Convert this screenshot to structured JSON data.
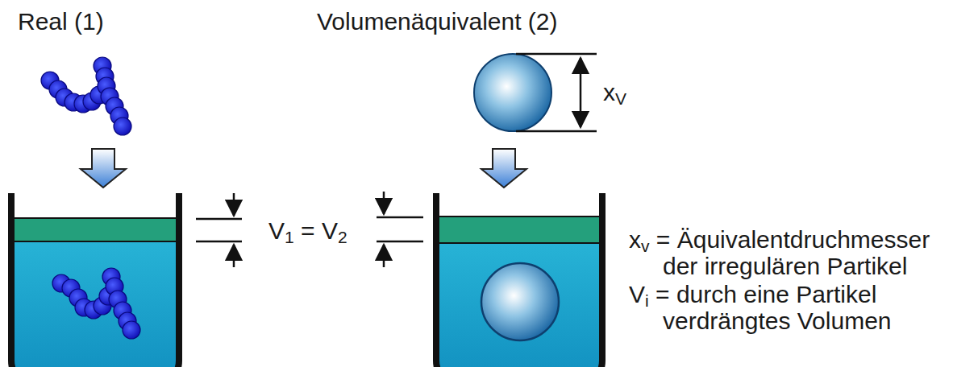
{
  "diagram": {
    "labels": [
      "Real (1)",
      "Volumenäquivalent (2)",
      "xV",
      "V1 = V2",
      "xv = Äquivalentdruchmesser der irregulären Partikel",
      "Vi = durch eine Partikel verdrängtes Volumen"
    ]
  }
}
